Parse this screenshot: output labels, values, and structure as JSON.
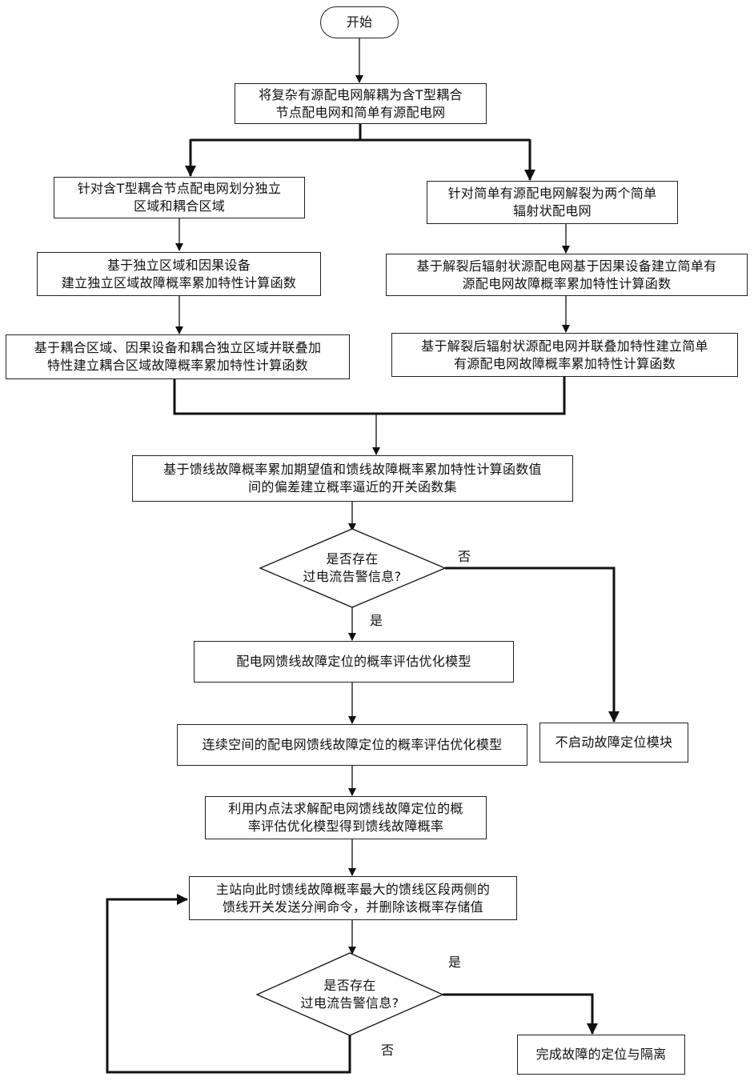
{
  "nodes": {
    "start": {
      "lines": [
        "开始"
      ]
    },
    "decouple": {
      "lines": [
        "将复杂有源配电网解耦为含T型耦合",
        "节点配电网和简单有源配电网"
      ]
    },
    "left_partition": {
      "lines": [
        "针对含T型耦合节点配电网划分独立",
        "区域和耦合区域"
      ]
    },
    "left_independent_function": {
      "lines": [
        "基于独立区域和因果设备",
        "建立独立区域故障概率累加特性计算函数"
      ]
    },
    "left_coupling_function": {
      "lines": [
        "基于耦合区域、因果设备和耦合独立区域并联叠加",
        "特性建立耦合区域故障概率累加特性计算函数"
      ]
    },
    "right_split": {
      "lines": [
        "针对简单有源配电网解裂为两个简单",
        "辐射状配电网"
      ]
    },
    "right_causal_function": {
      "lines": [
        "基于解裂后辐射状源配电网基于因果设备建立简单有",
        "源配电网故障概率累加特性计算函数"
      ]
    },
    "right_parallel_function": {
      "lines": [
        "基于解裂后辐射状源配电网并联叠加特性建立简单",
        "有源配电网故障概率累加特性计算函数"
      ]
    },
    "switch_function_set": {
      "lines": [
        "基于馈线故障概率累加期望值和馈线故障概率累加特性计算函数值",
        "间的偏差建立概率逼近的开关函数集"
      ]
    },
    "decision_1": {
      "lines": [
        "是否存在",
        "过电流告警信息?"
      ]
    },
    "prob_model": {
      "lines": [
        "配电网馈线故障定位的概率评估优化模型"
      ]
    },
    "continuous_model": {
      "lines": [
        "连续空间的配电网馈线故障定位的概率评估优化模型"
      ]
    },
    "interior_point": {
      "lines": [
        "利用内点法求解配电网馈线故障定位的概",
        "率评估优化模型得到馈线故障概率"
      ]
    },
    "no_start_module": {
      "lines": [
        "不启动故障定位模块"
      ]
    },
    "master_station": {
      "lines": [
        "主站向此时馈线故障概率最大的馈线区段两侧的",
        "馈线开关发送分闸命令，并删除该概率存储值"
      ]
    },
    "decision_2": {
      "lines": [
        "是否存在",
        "过电流告警信息?"
      ]
    },
    "complete": {
      "lines": [
        "完成故障的定位与隔离"
      ]
    }
  },
  "edge_labels": {
    "decision_1_no": "否",
    "decision_1_yes": "是",
    "decision_2_yes": "是",
    "decision_2_no": "否"
  }
}
